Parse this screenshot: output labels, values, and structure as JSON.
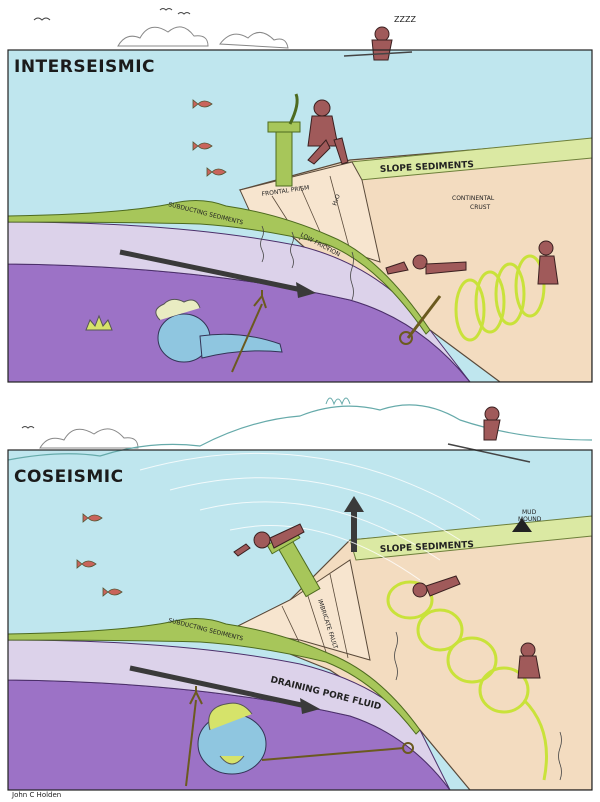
{
  "panels": {
    "top": {
      "title": "INTERSEISMIC",
      "labels": {
        "slope_sediments": "SLOPE SEDIMENTS",
        "frontal_prism": "FRONTAL PRISM",
        "h2o": "H₂O",
        "continental_crust_1": "CONTINENTAL",
        "continental_crust_2": "CRUST",
        "subducting_sediments": "SUBDUCTING SEDIMENTS",
        "low_friction": "LOW FRICTION",
        "zzz": "ZZZZ"
      }
    },
    "bottom": {
      "title": "COSEISMIC",
      "labels": {
        "slope_sediments": "SLOPE SEDIMENTS",
        "mud_mound_1": "MUD",
        "mud_mound_2": "MOUND",
        "imbricate_fault": "IMBRICATE FAULT",
        "subducting_sediments": "SUBDUCTING SEDIMENTS",
        "draining_pore_fluid": "DRAINING PORE FLUID"
      }
    }
  },
  "signature": "John C Holden",
  "colors": {
    "sea": "#bfe6ee",
    "oceanic_crust": "#dcd2ea",
    "mantle": "#9c72c6",
    "continental_crust": "#f3dcc0",
    "slope_sediments": "#dbe9a3",
    "sediment_green": "#a7c65a",
    "spring": "#c9e23a",
    "devil": "#a05a5a",
    "neptune": "#8fc6e0",
    "fish": "#c9645b"
  }
}
